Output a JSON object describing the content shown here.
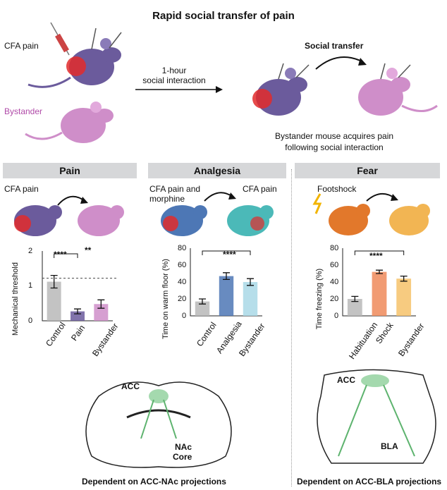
{
  "title": "Rapid social transfer of pain",
  "top": {
    "cfa_label": "CFA pain",
    "bystander_label": "Bystander",
    "interaction_label_1": "1-hour",
    "interaction_label_2": "social interaction",
    "transfer_label": "Social transfer",
    "acquires_line1": "Bystander mouse acquires pain",
    "acquires_line2": "following social interaction"
  },
  "colors": {
    "pain_mouse": "#6b5b9c",
    "bystander_mouse": "#cf8ec9",
    "analgesia_mouse": "#4bb9b8",
    "fear_mouse1": "#e2782b",
    "fear_mouse2": "#f2b553",
    "inflammation": "#e22b2b",
    "panel_header": "#d6d7d9"
  },
  "panels": {
    "pain": {
      "header": "Pain",
      "label": "CFA pain",
      "ylabel": "Mechanical threshold",
      "ticks": [
        "2",
        "1",
        "0"
      ],
      "categories": [
        "Control",
        "Pain",
        "Bystander"
      ],
      "sig1": "****",
      "sig2": "**"
    },
    "analgesia": {
      "header": "Analgesia",
      "label_left_1": "CFA pain and",
      "label_left_2": "morphine",
      "label_right": "CFA pain",
      "ylabel": "Time on warm floor (%)",
      "ticks": [
        "80",
        "60",
        "40",
        "20",
        "0"
      ],
      "categories": [
        "Control",
        "Analgesia",
        "Bystander"
      ],
      "sig": "****"
    },
    "fear": {
      "header": "Fear",
      "label": "Footshock",
      "ylabel": "Time freezing (%)",
      "ticks": [
        "80",
        "60",
        "40",
        "20",
        "0"
      ],
      "categories": [
        "Habituation",
        "Shock",
        "Bystander"
      ],
      "sig": "****"
    }
  },
  "chart_data": [
    {
      "type": "bar",
      "categories": [
        "Control",
        "Pain",
        "Bystander"
      ],
      "values": [
        1.12,
        0.27,
        0.48
      ],
      "errors": [
        0.18,
        0.07,
        0.12
      ],
      "ylabel": "Mechanical threshold",
      "ylim": [
        0,
        2
      ],
      "reference_line": 1.22,
      "colors": [
        "#b9b9b9",
        "#6b5b9c",
        "#cf8ec9"
      ]
    },
    {
      "type": "bar",
      "categories": [
        "Control",
        "Analgesia",
        "Bystander"
      ],
      "values": [
        17,
        47,
        40
      ],
      "errors": [
        3,
        4,
        4
      ],
      "ylabel": "Time on warm floor (%)",
      "ylim": [
        0,
        80
      ],
      "colors": [
        "#b9b9b9",
        "#4d77b5",
        "#a9d8e6"
      ]
    },
    {
      "type": "bar",
      "categories": [
        "Habituation",
        "Shock",
        "Bystander"
      ],
      "values": [
        20,
        52,
        44
      ],
      "errors": [
        3,
        2,
        3
      ],
      "ylabel": "Time freezing (%)",
      "ylim": [
        0,
        80
      ],
      "colors": [
        "#b9b9b9",
        "#ee8a5a",
        "#f6c26a"
      ]
    }
  ],
  "brains": {
    "left_acc": "ACC",
    "left_nac1": "NAc",
    "left_nac2": "Core",
    "left_caption": "Dependent on ACC-NAc projections",
    "right_acc": "ACC",
    "right_bla": "BLA",
    "right_caption": "Dependent on ACC-BLA projections"
  }
}
